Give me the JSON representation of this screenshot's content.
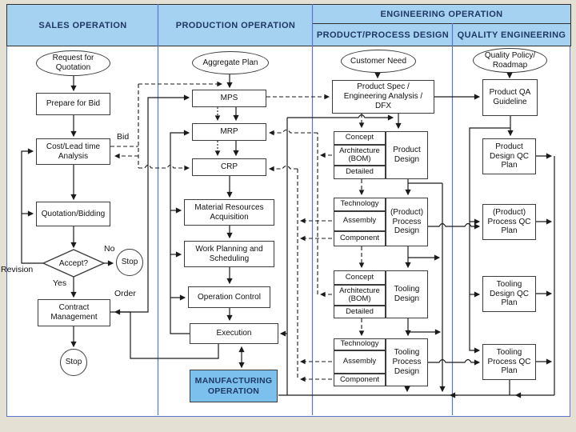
{
  "header": {
    "sales": "SALES OPERATION",
    "production": "PRODUCTION OPERATION",
    "engineering": "ENGINEERING OPERATION",
    "product_process_design": "PRODUCT/PROCESS DESIGN",
    "quality_engineering": "QUALITY ENGINEERING"
  },
  "sales": {
    "start": "Request for\nQuotation",
    "prepare": "Prepare for Bid",
    "cost": "Cost/Lead time\nAnalysis",
    "quotation": "Quotation/Bidding",
    "accept": "Accept?",
    "stop_no": "Stop",
    "contract": "Contract\nManagement",
    "stop_end": "Stop",
    "labels": {
      "bid": "Bid",
      "no": "No",
      "yes": "Yes",
      "revision": "Revision",
      "order": "Order"
    }
  },
  "production": {
    "start": "Aggregate Plan",
    "mps": "MPS",
    "mrp": "MRP",
    "crp": "CRP",
    "material_resources": "Material Resources\nAcquisition",
    "work_planning": "Work Planning and\nScheduling",
    "operation_control": "Operation Control",
    "execution": "Execution",
    "manufacturing": "MANUFACTURING\nOPERATION"
  },
  "design": {
    "start": "Customer Need",
    "spec": "Product Spec /\nEngineering Analysis /\nDFX",
    "product_design": {
      "rows": [
        "Concept",
        "Architecture\n(BOM)",
        "Detailed"
      ],
      "main": "Product\nDesign"
    },
    "process_design": {
      "rows": [
        "Technology",
        "Assembly",
        "Component"
      ],
      "main": "(Product)\nProcess\nDesign"
    },
    "tooling_design": {
      "rows": [
        "Concept",
        "Architecture\n(BOM)",
        "Detailed"
      ],
      "main": "Tooling\nDesign"
    },
    "tooling_process_design": {
      "rows": [
        "Technology",
        "Assembly",
        "Component"
      ],
      "main": "Tooling\nProcess\nDesign"
    }
  },
  "quality": {
    "start": "Quality Policy/\nRoadmap",
    "qa_guideline": "Product QA\nGuideline",
    "product_design_qc": "Product\nDesign QC\nPlan",
    "process_qc": "(Product)\nProcess QC\nPlan",
    "tooling_design_qc": "Tooling\nDesign QC\nPlan",
    "tooling_process_qc": "Tooling\nProcess QC\nPlan"
  },
  "colors": {
    "background": "#E4E0D3",
    "header_fill": "#A6D2F2",
    "manufacturing_fill": "#7CC0EE",
    "frame_blue": "#5C74CE",
    "line": "#1a1a1a",
    "header_text": "#1F3864"
  }
}
